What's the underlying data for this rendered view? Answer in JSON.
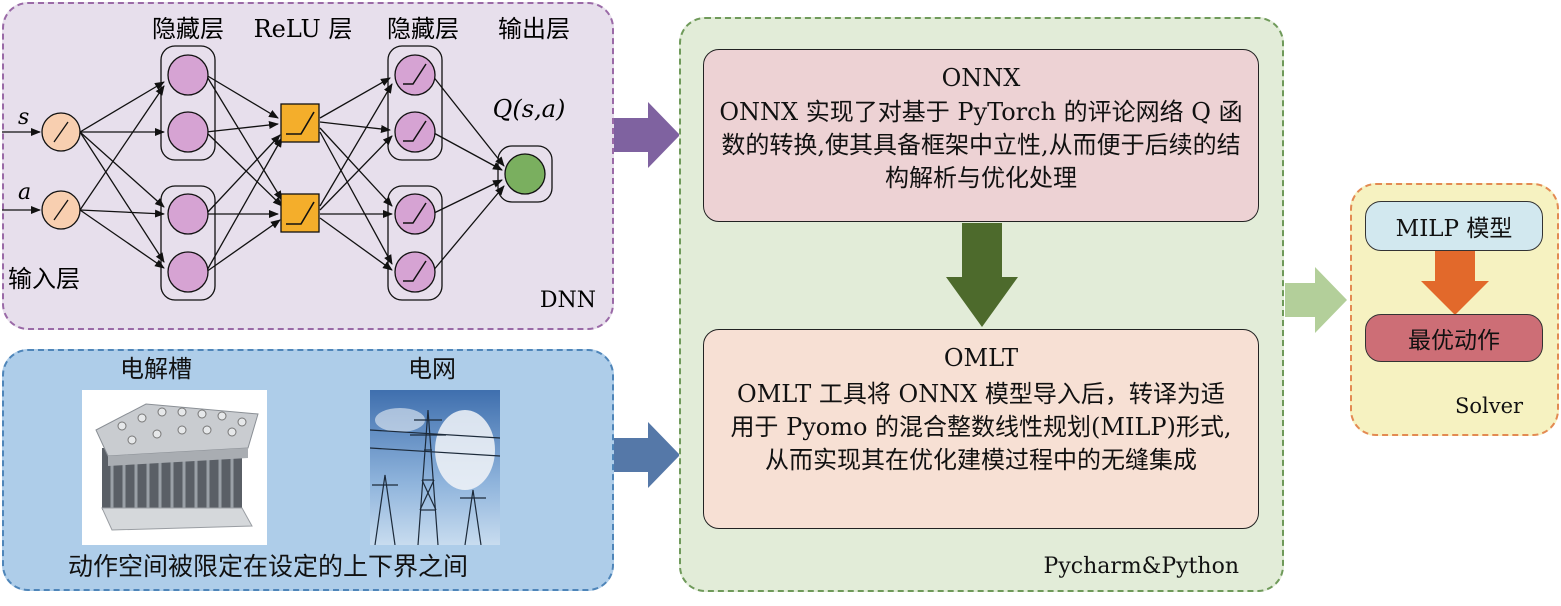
{
  "dnn_panel": {
    "layer_labels": [
      "隐藏层",
      "ReLU 层",
      "隐藏层",
      "输出层"
    ],
    "input_label": "输入层",
    "inputs": [
      "s",
      "a"
    ],
    "output_label": "Q(s,a)",
    "panel_label": "DNN"
  },
  "env_panel": {
    "items": [
      {
        "label": "电解槽",
        "image": "electrolyzer-photo"
      },
      {
        "label": "电网",
        "image": "power-grid-photo"
      }
    ],
    "caption": "动作空间被限定在设定的上下界之间"
  },
  "pycharm_panel": {
    "onnx_box": {
      "title": "ONNX",
      "body": "ONNX 实现了对基于 PyTorch 的评论网络 Q 函数的转换,使其具备框架中立性,从而便于后续的结构解析与优化处理"
    },
    "omlt_box": {
      "title": "OMLT",
      "body": "OMLT 工具将 ONNX 模型导入后，转译为适用于 Pyomo 的混合整数线性规划(MILP)形式,从而实现其在优化建模过程中的无缝集成"
    },
    "panel_label": "Pycharm&Python"
  },
  "solver_panel": {
    "milp_label": "MILP 模型",
    "action_label": "最优动作",
    "panel_label": "Solver"
  },
  "colors": {
    "dnn_bg": "#e7dfec",
    "env_bg": "#aecde9",
    "pycharm_bg": "#e2ecd8",
    "solver_bg": "#f6f2c1",
    "onnx_fill": "#edd2d4",
    "omlt_fill": "#f7e0d4",
    "milp_fill": "#d2e8ef",
    "action_fill": "#cd6e76",
    "neuron_fill": "#d6a3d3",
    "relu_fill": "#f4ae2b",
    "input_fill": "#f8cfb0",
    "output_fill": "#7aaf5f"
  }
}
